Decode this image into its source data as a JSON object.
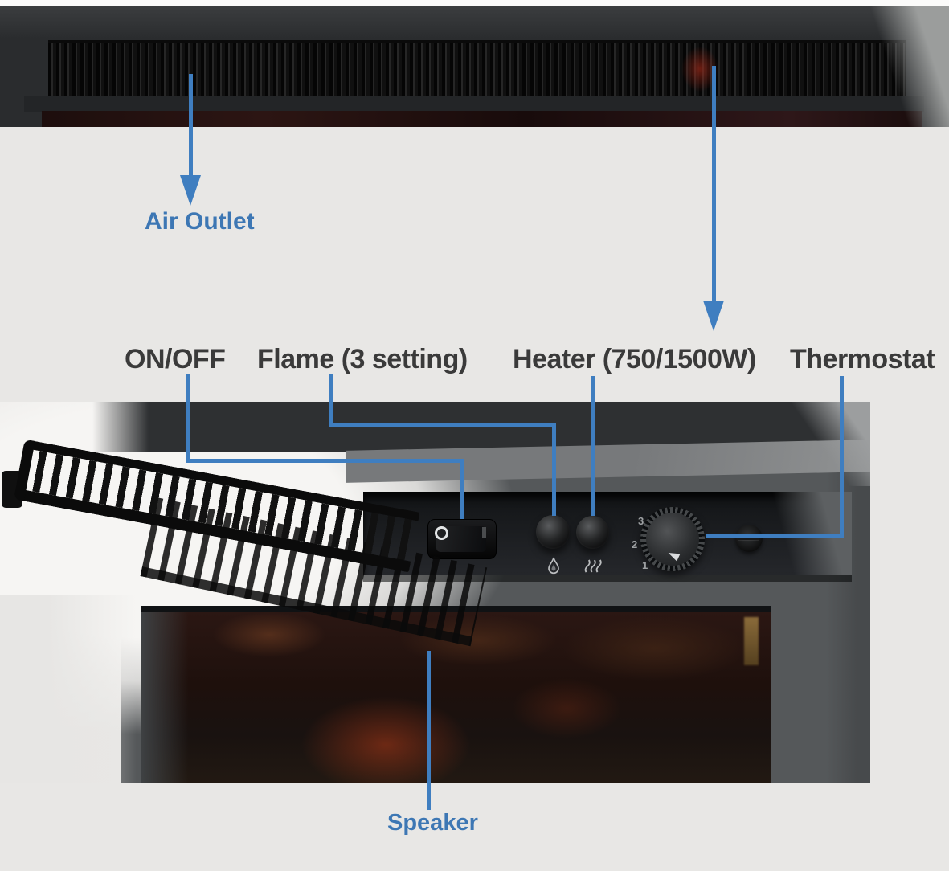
{
  "callouts": {
    "air_outlet": "Air Outlet",
    "on_off": "ON/OFF",
    "flame": "Flame (3 setting)",
    "heater": "Heater (750/1500W)",
    "thermostat": "Thermostat",
    "speaker": "Speaker"
  },
  "panel": {
    "rocker_off": "O",
    "rocker_on": "I",
    "knob_marks": [
      "3",
      "2",
      "1"
    ]
  },
  "colors": {
    "background": "#e8e7e5",
    "callout_line": "#3f7ec0",
    "label_dark": "#3a3a3a",
    "label_blue": "#3d77b4"
  },
  "icons": {
    "flame_button": "flame-icon",
    "heater_button": "heat-waves-icon"
  }
}
